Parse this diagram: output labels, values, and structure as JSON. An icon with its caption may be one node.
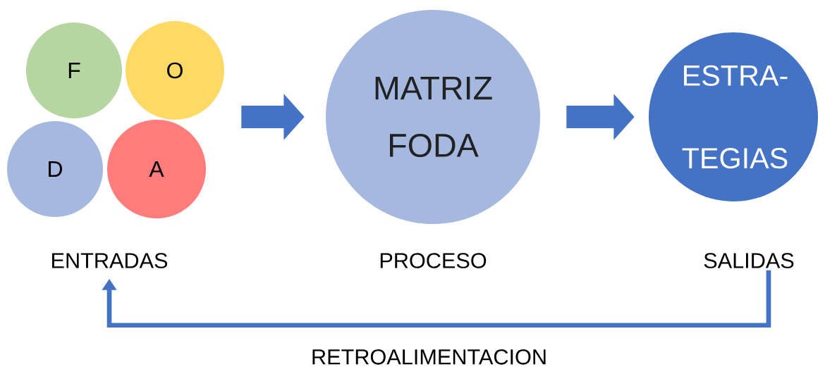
{
  "diagram": {
    "nodes": [
      {
        "text": [
          "F"
        ]
      },
      {
        "text": [
          "O"
        ]
      },
      {
        "text": [
          "D"
        ]
      },
      {
        "text": [
          "A"
        ]
      },
      {
        "text": [
          "MATRIZ FODA"
        ]
      },
      {
        "text": [
          "ESTRA- TEGIAS"
        ]
      },
      {
        "text": [
          "ENTRADAS"
        ]
      },
      {
        "text": [
          "SALIDAS"
        ]
      }
    ],
    "edges": [
      {
        "from": 1,
        "to": 4,
        "arrow": "to"
      },
      {
        "from": 4,
        "to": 5,
        "arrow": "to"
      },
      {
        "from": 7,
        "to": 6,
        "arrow": "to",
        "label": "RETROALIMENTACION"
      }
    ],
    "labels": [
      "PROCESO"
    ]
  }
}
